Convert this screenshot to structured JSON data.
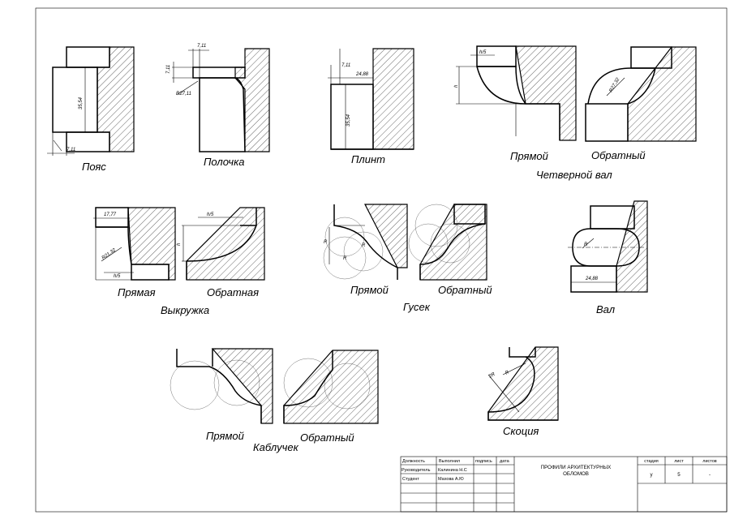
{
  "profiles": {
    "poyas": "Пояс",
    "polochka": "Полочка",
    "plint": "Плинт",
    "chetv_direct": "Прямой",
    "chetv_reverse": "Обратный",
    "chetv_group": "Четверной вал",
    "vykr_direct": "Прямая",
    "vykr_reverse": "Обратная",
    "vykr_group": "Выкружка",
    "gusek_direct": "Прямой",
    "gusek_reverse": "Обратный",
    "gusek_group": "Гусек",
    "val": "Вал",
    "kabl_direct": "Прямой",
    "kabl_reverse": "Обратный",
    "kabl_group": "Каблучек",
    "skotsiya": "Скоция"
  },
  "dims": {
    "d711": "7,11",
    "d3554": "35,54",
    "r2711": "R27,11",
    "d2488": "24,88",
    "h5": "h/5",
    "h": "h",
    "r2732": "R27,32",
    "d1777": "17,77",
    "r2132": "R21,32",
    "R": "R",
    "r": "R",
    "sk_a": "2R",
    "sk_b": "R"
  },
  "title_block": {
    "h_role": "Должность",
    "h_done": "Выполнил",
    "h_sign": "подпись",
    "h_date": "дата",
    "r1_role": "Руководитель",
    "r1_name": "Калинина Н.С",
    "r2_role": "Студент",
    "r2_name": "Махова А.Ю",
    "title_line1": "ПРОФИЛИ АРХИТЕКТУРНЫХ",
    "title_line2": "ОБЛОМОВ",
    "h_stage": "стадия",
    "h_sheet": "лист",
    "h_sheets": "листов",
    "stage": "у",
    "sheet": "5",
    "sheets": "-"
  }
}
